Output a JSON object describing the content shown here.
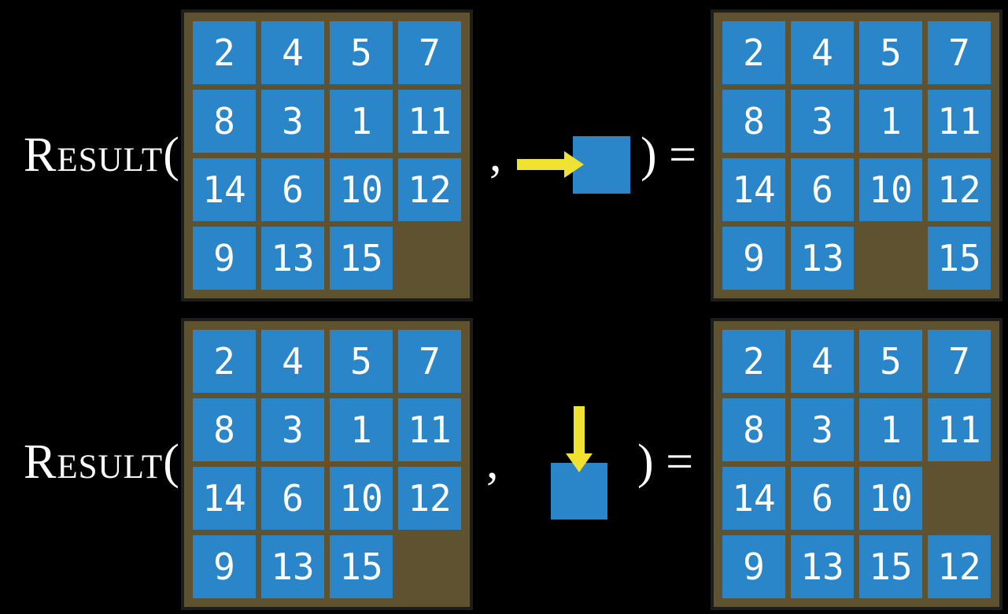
{
  "colors": {
    "background": "#000000",
    "tile_blue": "#2a86c8",
    "board_brown": "#5f5231",
    "board_border": "#1d1d1d",
    "arrow_yellow": "#efe232",
    "text_white": "#ffffff"
  },
  "equations": [
    {
      "function_label": "Result",
      "open_paren": "(",
      "comma": ",",
      "close": ") =",
      "action": "right",
      "input_board": {
        "rows": 4,
        "cols": 4,
        "tiles": [
          2,
          4,
          5,
          7,
          8,
          3,
          1,
          11,
          14,
          6,
          10,
          12,
          9,
          13,
          15,
          null
        ]
      },
      "output_board": {
        "rows": 4,
        "cols": 4,
        "tiles": [
          2,
          4,
          5,
          7,
          8,
          3,
          1,
          11,
          14,
          6,
          10,
          12,
          9,
          13,
          null,
          15
        ]
      }
    },
    {
      "function_label": "Result",
      "open_paren": "(",
      "comma": ",",
      "close": ") =",
      "action": "down",
      "input_board": {
        "rows": 4,
        "cols": 4,
        "tiles": [
          2,
          4,
          5,
          7,
          8,
          3,
          1,
          11,
          14,
          6,
          10,
          12,
          9,
          13,
          15,
          null
        ]
      },
      "output_board": {
        "rows": 4,
        "cols": 4,
        "tiles": [
          2,
          4,
          5,
          7,
          8,
          3,
          1,
          11,
          14,
          6,
          10,
          null,
          9,
          13,
          15,
          12
        ]
      }
    }
  ]
}
